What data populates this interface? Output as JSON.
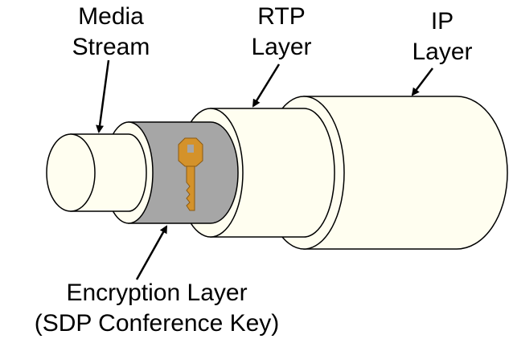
{
  "labels": {
    "media_stream": [
      "Media",
      "Stream"
    ],
    "rtp_layer": [
      "RTP",
      "Layer"
    ],
    "ip_layer": [
      "IP",
      "Layer"
    ],
    "encryption_layer": [
      "Encryption Layer",
      "(SDP Conference Key)"
    ]
  },
  "icons": {
    "key": "key-icon"
  },
  "colors": {
    "cylinder_fill": "#FFFEF0",
    "outline": "#000000",
    "encryption_layer": "#A6A6A6",
    "key": "#D4922A",
    "background": "#FFFFFF"
  }
}
